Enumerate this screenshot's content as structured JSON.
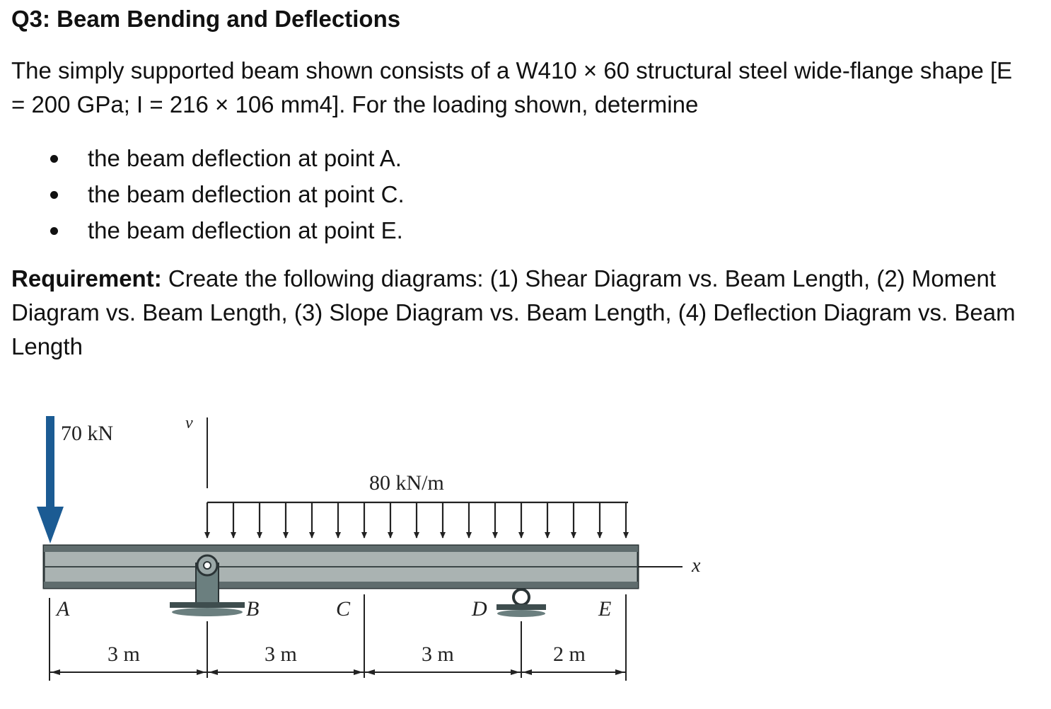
{
  "title": "Q3: Beam Bending and Deflections",
  "intro": "The simply supported beam shown consists of a W410 × 60 structural steel wide-flange shape [E = 200 GPa; I = 216 × 106 mm4]. For the loading shown, determine",
  "bullets": [
    "the beam deflection at point A.",
    "the beam deflection at point C.",
    "the beam deflection at point E."
  ],
  "requirement": {
    "label": "Requirement:",
    "text": " Create the following diagrams: (1) Shear Diagram vs. Beam Length, (2) Moment Diagram vs. Beam Length, (3) Slope Diagram vs. Beam Length, (4) Deflection Diagram vs. Beam Length"
  },
  "figure": {
    "point_load": "70 kN",
    "v_axis": "v",
    "x_axis": "x",
    "distributed_load": "80 kN/m",
    "points": [
      "A",
      "B",
      "C",
      "D",
      "E"
    ],
    "spans": [
      "3 m",
      "3 m",
      "3 m",
      "2 m"
    ],
    "colors": {
      "beam_fill": "#aab3b2",
      "beam_edge": "#2b3436",
      "support": "#6b7f7f",
      "load_arrow": "#1b5b93"
    }
  }
}
